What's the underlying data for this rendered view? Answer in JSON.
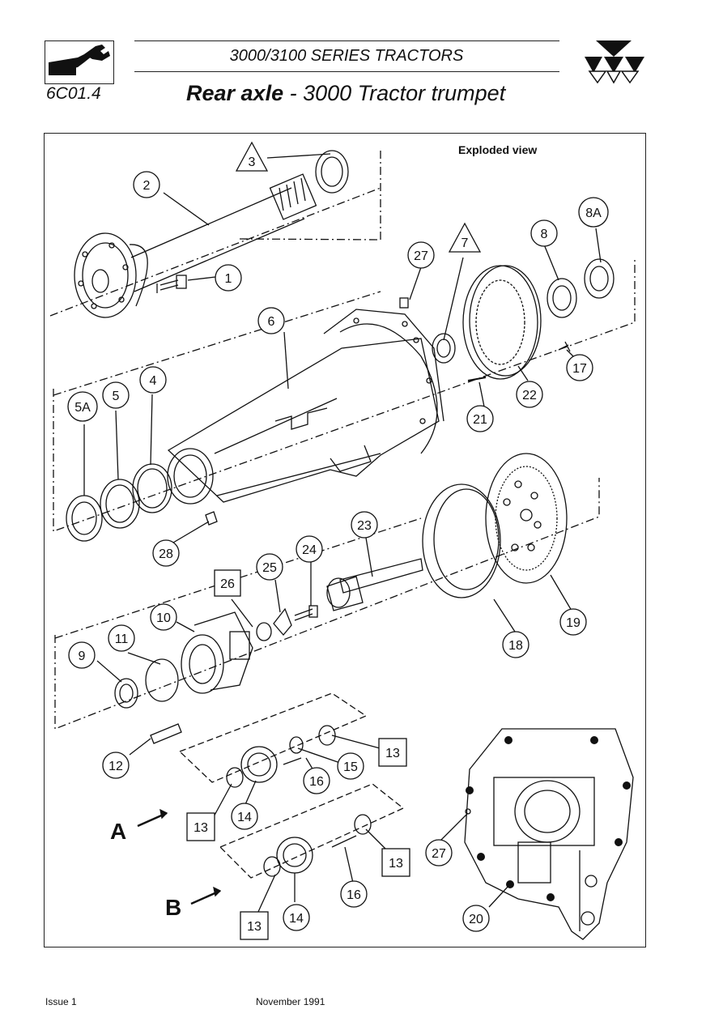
{
  "header": {
    "page_code": "6C01.4",
    "series_title": "3000/3100 SERIES TRACTORS",
    "title_bold": "Rear axle",
    "title_rest": " - 3000 Tractor trumpet"
  },
  "diagram": {
    "view_label": "Exploded view",
    "callouts": {
      "c1": "1",
      "c2": "2",
      "c3": "3",
      "c4": "4",
      "c5": "5",
      "c5a": "5A",
      "c6": "6",
      "c7": "7",
      "c8": "8",
      "c8a": "8A",
      "c9": "9",
      "c10": "10",
      "c11": "11",
      "c12": "12",
      "c13a": "13",
      "c13b": "13",
      "c13c": "13",
      "c13d": "13",
      "c14a": "14",
      "c14b": "14",
      "c15": "15",
      "c16a": "16",
      "c16b": "16",
      "c17": "17",
      "c18": "18",
      "c19": "19",
      "c20": "20",
      "c21": "21",
      "c22": "22",
      "c23": "23",
      "c24": "24",
      "c25": "25",
      "c26": "26",
      "c27a": "27",
      "c27b": "27",
      "c28": "28"
    },
    "variant_a": "A",
    "variant_b": "B"
  },
  "footer": {
    "issue": "Issue 1",
    "date": "November 1991"
  }
}
